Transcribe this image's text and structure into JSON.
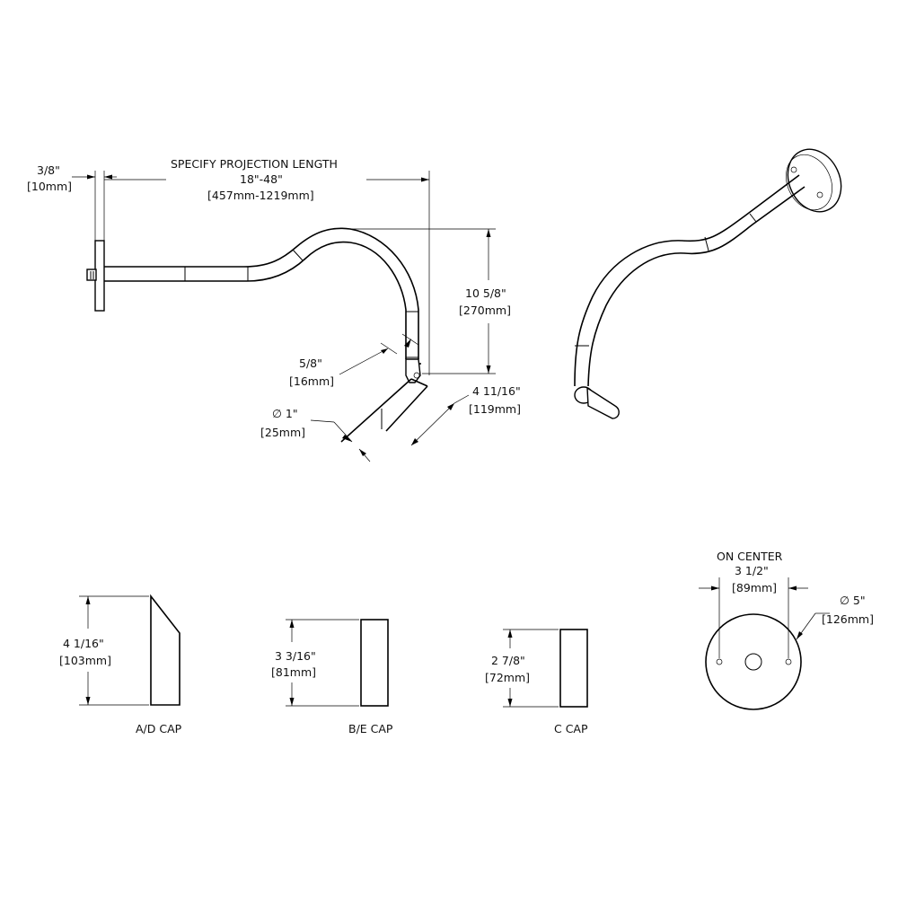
{
  "dimensions": {
    "plate_thickness": {
      "imperial": "3/8\"",
      "metric": "[10mm]"
    },
    "projection": {
      "title": "SPECIFY PROJECTION LENGTH",
      "imperial": "18\"-48\"",
      "metric": "[457mm-1219mm]"
    },
    "drop_height": {
      "imperial": "10 5/8\"",
      "metric": "[270mm]"
    },
    "elbow_offset": {
      "imperial": "5/8\"",
      "metric": "[16mm]"
    },
    "tube_diameter": {
      "imperial": "∅ 1\"",
      "metric": "[25mm]"
    },
    "cap_length": {
      "imperial": "4 11/16\"",
      "metric": "[119mm]"
    },
    "on_center": {
      "title": "ON CENTER",
      "imperial": "3 1/2\"",
      "metric": "[89mm]"
    },
    "plate_diameter": {
      "imperial": "∅ 5\"",
      "metric": "[126mm]"
    }
  },
  "caps": [
    {
      "label": "A/D CAP",
      "imperial": "4 1/16\"",
      "metric": "[103mm]"
    },
    {
      "label": "B/E CAP",
      "imperial": "3 3/16\"",
      "metric": "[81mm]"
    },
    {
      "label": "C CAP",
      "imperial": "2 7/8\"",
      "metric": "[72mm]"
    }
  ]
}
